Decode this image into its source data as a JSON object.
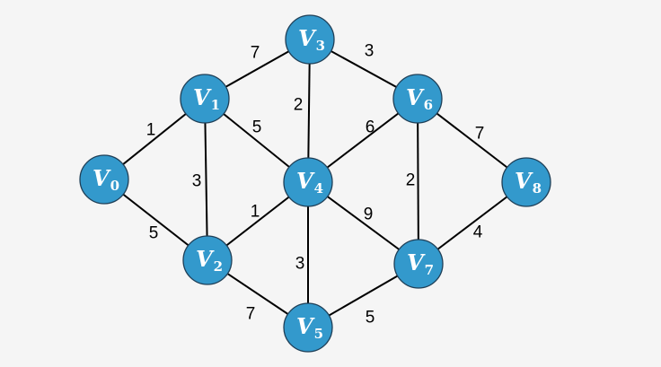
{
  "colors": {
    "node_fill": "#3399cc",
    "edge": "#000000",
    "background": "#f5f5f5"
  },
  "graph": {
    "nodes": [
      {
        "id": "V0",
        "letter": "V",
        "sub": "0"
      },
      {
        "id": "V1",
        "letter": "V",
        "sub": "1"
      },
      {
        "id": "V2",
        "letter": "V",
        "sub": "2"
      },
      {
        "id": "V3",
        "letter": "V",
        "sub": "3"
      },
      {
        "id": "V4",
        "letter": "V",
        "sub": "4"
      },
      {
        "id": "V5",
        "letter": "V",
        "sub": "5"
      },
      {
        "id": "V6",
        "letter": "V",
        "sub": "6"
      },
      {
        "id": "V7",
        "letter": "V",
        "sub": "7"
      },
      {
        "id": "V8",
        "letter": "V",
        "sub": "8"
      }
    ],
    "edges": [
      {
        "from": "V0",
        "to": "V1",
        "weight": "1"
      },
      {
        "from": "V0",
        "to": "V2",
        "weight": "5"
      },
      {
        "from": "V1",
        "to": "V3",
        "weight": "7"
      },
      {
        "from": "V1",
        "to": "V2",
        "weight": "3"
      },
      {
        "from": "V1",
        "to": "V4",
        "weight": "5"
      },
      {
        "from": "V3",
        "to": "V4",
        "weight": "2"
      },
      {
        "from": "V3",
        "to": "V6",
        "weight": "3"
      },
      {
        "from": "V2",
        "to": "V4",
        "weight": "1"
      },
      {
        "from": "V2",
        "to": "V5",
        "weight": "7"
      },
      {
        "from": "V4",
        "to": "V6",
        "weight": "6"
      },
      {
        "from": "V4",
        "to": "V5",
        "weight": "3"
      },
      {
        "from": "V4",
        "to": "V7",
        "weight": "9"
      },
      {
        "from": "V6",
        "to": "V7",
        "weight": "2"
      },
      {
        "from": "V6",
        "to": "V8",
        "weight": "7"
      },
      {
        "from": "V5",
        "to": "V7",
        "weight": "5"
      },
      {
        "from": "V7",
        "to": "V8",
        "weight": "4"
      }
    ]
  }
}
